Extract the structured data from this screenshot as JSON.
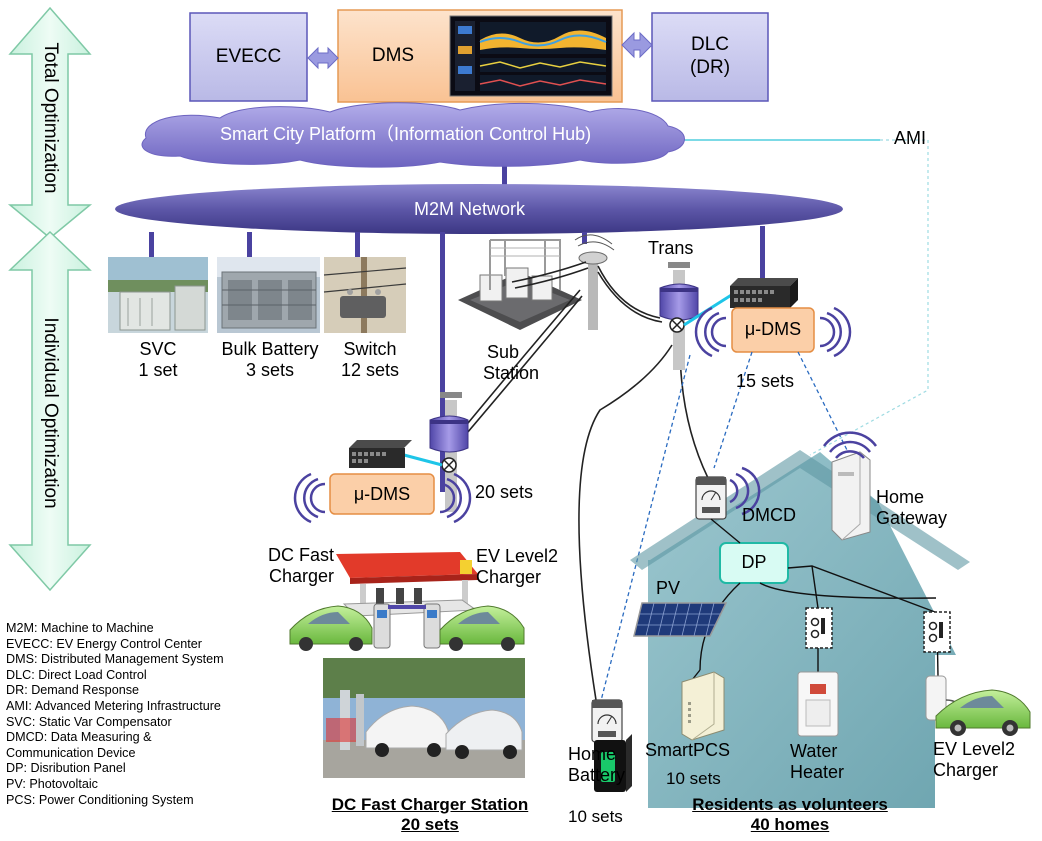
{
  "colors": {
    "arrow_fill": "#d9f7e9",
    "arrow_stroke": "#7fc9a6",
    "control_box": "#c9c9ef",
    "dms_box": "#fbd5b5",
    "cloud": "#8e86d0",
    "network": "#5d57a8",
    "link": "#4a42a0",
    "house": "#7fb3bd",
    "dp_fill": "#d8fbf3",
    "dp_stroke": "#20b9a5",
    "cable": "#1ec5e8",
    "dashed": "#2a6bc0",
    "signal": "#4b42a0"
  },
  "axis": {
    "top": "Total Optimization",
    "bottom": "Individual Optimization"
  },
  "control": {
    "evecc": "EVECC",
    "dms": "DMS",
    "dlc_line1": "DLC",
    "dlc_line2": "(DR)"
  },
  "platform": "Smart City Platform（Information Control Hub)",
  "ami": "AMI",
  "network": "M2M Network",
  "equipment": {
    "svc_name": "SVC",
    "svc_qty": "1 set",
    "battery_name": "Bulk Battery",
    "battery_qty": "3 sets",
    "switch_name": "Switch",
    "switch_qty": "12 sets",
    "sub_line1": "Sub",
    "sub_line2": "Station",
    "trans": "Trans",
    "udms_right": "μ-DMS",
    "udms_right_qty": "15 sets",
    "udms_left": "μ-DMS",
    "udms_left_qty": "20 sets"
  },
  "charger": {
    "dc_line1": "DC Fast",
    "dc_line2": "Charger",
    "ev_line1": "EV Level2",
    "ev_line2": "Charger",
    "title_line1": "DC Fast Charger Station",
    "title_line2": "20 sets"
  },
  "home": {
    "dmcd": "DMCD",
    "gateway_line1": "Home",
    "gateway_line2": "Gateway",
    "dp": "DP",
    "pv": "PV",
    "battery_line1": "Home",
    "battery_line2": "Battery",
    "battery_qty": "10 sets",
    "pcs_name": "SmartPCS",
    "pcs_qty": "10 sets",
    "heater_line1": "Water",
    "heater_line2": "Heater",
    "ev_line1": "EV Level2",
    "ev_line2": "Charger",
    "title_line1": "Residents as volunteers",
    "title_line2": "40 homes"
  },
  "glossary": [
    "M2M: Machine to Machine",
    "EVECC: EV Energy Control Center",
    "DMS: Distributed Management System",
    "DLC: Direct Load Control",
    "DR: Demand Response",
    "AMI: Advanced Metering Infrastructure",
    "SVC: Static Var Compensator",
    "DMCD: Data Measuring &",
    "Communication Device",
    "DP: Disribution Panel",
    "PV: Photovoltaic",
    "PCS: Power Conditioning System"
  ]
}
